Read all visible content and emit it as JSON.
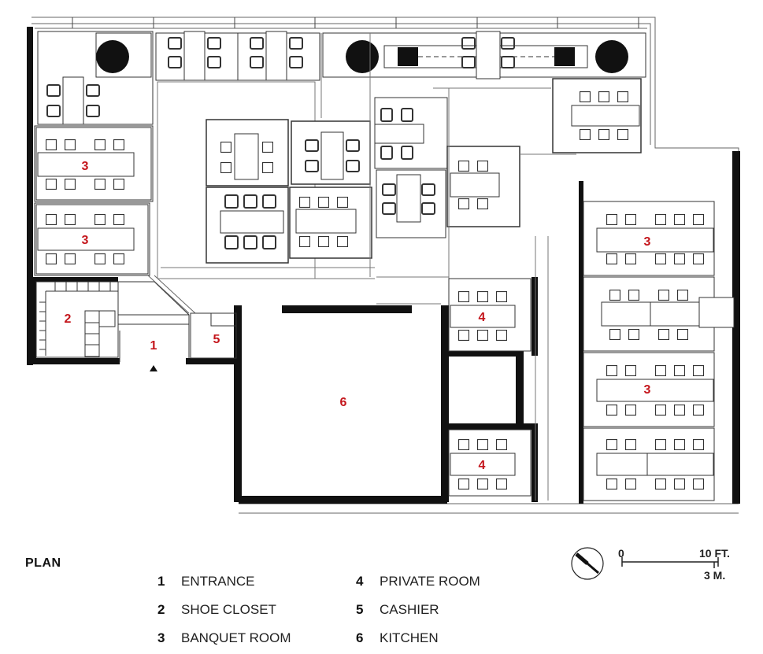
{
  "plan_title": "PLAN",
  "room_labels": {
    "r1": "1",
    "r2": "2",
    "r3a": "3",
    "r3b": "3",
    "r3c": "3",
    "r3d": "3",
    "r4a": "4",
    "r4b": "4",
    "r5": "5",
    "r6": "6"
  },
  "legend": [
    {
      "num": "1",
      "label": "ENTRANCE"
    },
    {
      "num": "2",
      "label": "SHOE CLOSET"
    },
    {
      "num": "3",
      "label": "BANQUET ROOM"
    },
    {
      "num": "4",
      "label": "PRIVATE ROOM"
    },
    {
      "num": "5",
      "label": "CASHIER"
    },
    {
      "num": "6",
      "label": "KITCHEN"
    }
  ],
  "scale": {
    "zero": "0",
    "feet": "10 FT.",
    "meters": "3 M."
  },
  "colors": {
    "walls": "#111111",
    "labels": "#c4161c",
    "lines": "#555555"
  },
  "icons": {
    "north": "north-arrow-icon"
  }
}
